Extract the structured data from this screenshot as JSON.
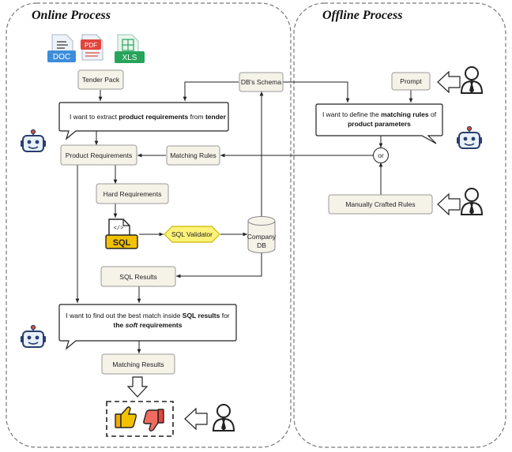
{
  "titles": {
    "online": "Online Process",
    "offline": "Offline Process"
  },
  "files": {
    "doc": "DOC",
    "pdf": "PDF",
    "xls": "XLS"
  },
  "nodes": {
    "tender_pack": "Tender Pack",
    "db_schema": "DB's Schema",
    "prompt": "Prompt",
    "product_requirements": "Product Requirements",
    "matching_rules": "Matching Rules",
    "or": "or",
    "hard_requirements": "Hard Requirements",
    "sql_badge": "SQL",
    "sql_validator": "SQL Validator",
    "company_db_line1": "Company",
    "company_db_line2": "DB",
    "manually_crafted_rules": "Manually Crafted Rules",
    "sql_results": "SQL Results",
    "matching_results": "Matching Results"
  },
  "bubbles": {
    "extract": {
      "pre": "I want to extract ",
      "bold1": "product requirements",
      "mid": " from ",
      "bold2": "tender"
    },
    "define": {
      "pre": "I want to define the ",
      "bold1": "matching rules",
      "post": " of",
      "bold2": "product parameters"
    },
    "find": {
      "pre": "I want to find out the best match inside ",
      "bold1": "SQL results",
      "post": " for",
      "line2_pre": "the ",
      "line2_italic": "soft",
      "line2_post": " requirements"
    }
  },
  "icons": [
    "doc-file-icon",
    "pdf-file-icon",
    "xls-file-icon",
    "robot-icon",
    "user-icon",
    "sql-file-icon",
    "thumbs-up-icon",
    "thumbs-down-icon",
    "database-icon"
  ],
  "colors": {
    "box_fill": "#f5f2e8",
    "box_stroke": "#999999",
    "validator_fill": "#fff27a",
    "validator_stroke": "#c9b700",
    "sql_yellow": "#f2c200",
    "doc_blue": "#3d8ddb",
    "pdf_red": "#e0463d",
    "xls_green": "#27a35a",
    "robot_blue": "#2a3e6e"
  }
}
